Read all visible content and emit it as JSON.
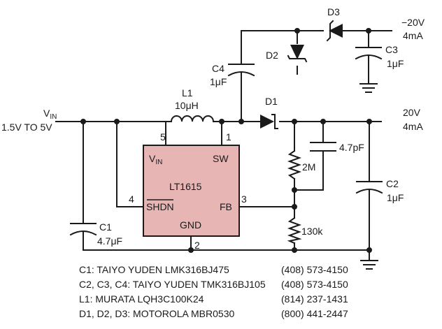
{
  "input": {
    "label": "V",
    "label_sub": "IN",
    "range": "1.5V TO 5V"
  },
  "ic": {
    "name": "LT1615",
    "pin_vin": "V",
    "pin_vin_sub": "IN",
    "pin_sw": "SW",
    "pin_shdn": "SHDN",
    "pin_fb": "FB",
    "pin_gnd": "GND",
    "pin_num_5": "5",
    "pin_num_1": "1",
    "pin_num_4": "4",
    "pin_num_3": "3",
    "pin_num_2": "2"
  },
  "components": {
    "l1": {
      "ref": "L1",
      "value": "10μH"
    },
    "c1": {
      "ref": "C1",
      "value": "4.7μF"
    },
    "c2": {
      "ref": "C2",
      "value": "1μF"
    },
    "c3": {
      "ref": "C3",
      "value": "1μF"
    },
    "c4": {
      "ref": "C4",
      "value": "1μF"
    },
    "cff": {
      "value": "4.7pF"
    },
    "r_top": {
      "value": "2M"
    },
    "r_bot": {
      "value": "130k"
    },
    "d1": {
      "ref": "D1"
    },
    "d2": {
      "ref": "D2"
    },
    "d3": {
      "ref": "D3"
    }
  },
  "outputs": {
    "pos": {
      "voltage": "20V",
      "current": "4mA"
    },
    "neg": {
      "voltage": "−20V",
      "current": "4mA"
    }
  },
  "bom": [
    {
      "parts": "C1: TAIYO YUDEN LMK316BJ475",
      "phone": "(408) 573-4150"
    },
    {
      "parts": "C2, C3, C4: TAIYO YUDEN TMK316BJ105",
      "phone": "(408) 573-4150"
    },
    {
      "parts": "L1: MURATA LQH3C100K24",
      "phone": "(814) 237-1431"
    },
    {
      "parts": "D1, D2, D3: MOTOROLA MBR0530",
      "phone": "(800) 441-2447"
    }
  ]
}
